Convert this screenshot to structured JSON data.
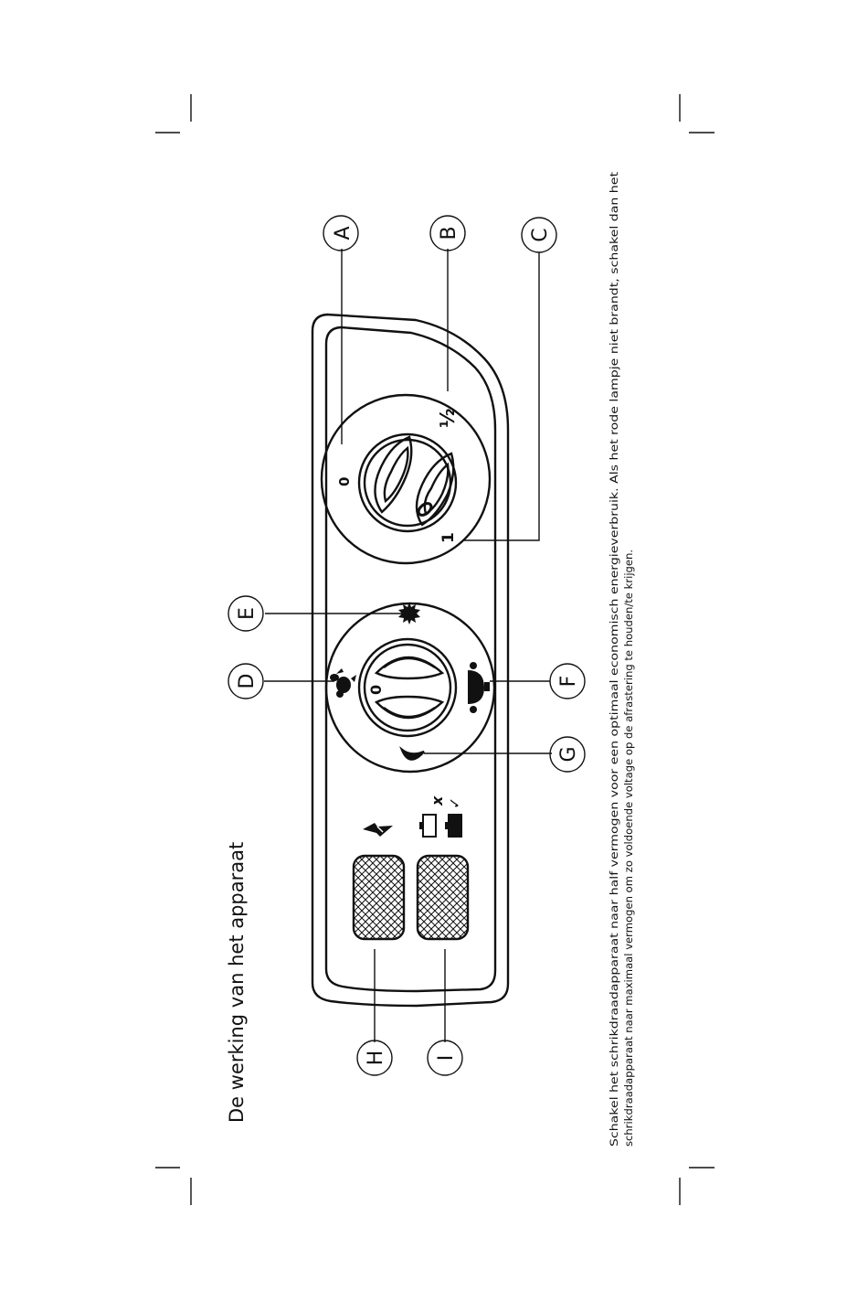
{
  "page": {
    "title": "De werking van het apparaat",
    "description_line1": "Schakel het schrikdraadapparaat naar half vermogen voor een optimaal economisch energieverbruik.  Als het rode lampje niet brandt, schakel dan het",
    "description_line2": "schrikdraadapparaat naar maximaal vermogen om zo voldoende voltage op de afrastering te houden/te krijgen."
  },
  "callouts": {
    "a": "A",
    "b": "B",
    "c": "C",
    "d": "D",
    "e": "E",
    "f": "F",
    "g": "G",
    "h": "H",
    "i": "I"
  },
  "power_dial": {
    "mark_zero": "0",
    "mark_half": "½",
    "mark_one": "1"
  },
  "mode_dial": {
    "mark_zero": "0"
  },
  "battery_indicator": {
    "low_mark": "x",
    "ok_mark": "✓"
  },
  "icons": {
    "power": "lightning-bolt-icon",
    "sun": "sun-icon",
    "moon": "moon-icon",
    "rabbit": "rabbit-icon",
    "tortoise": "tortoise-icon"
  }
}
